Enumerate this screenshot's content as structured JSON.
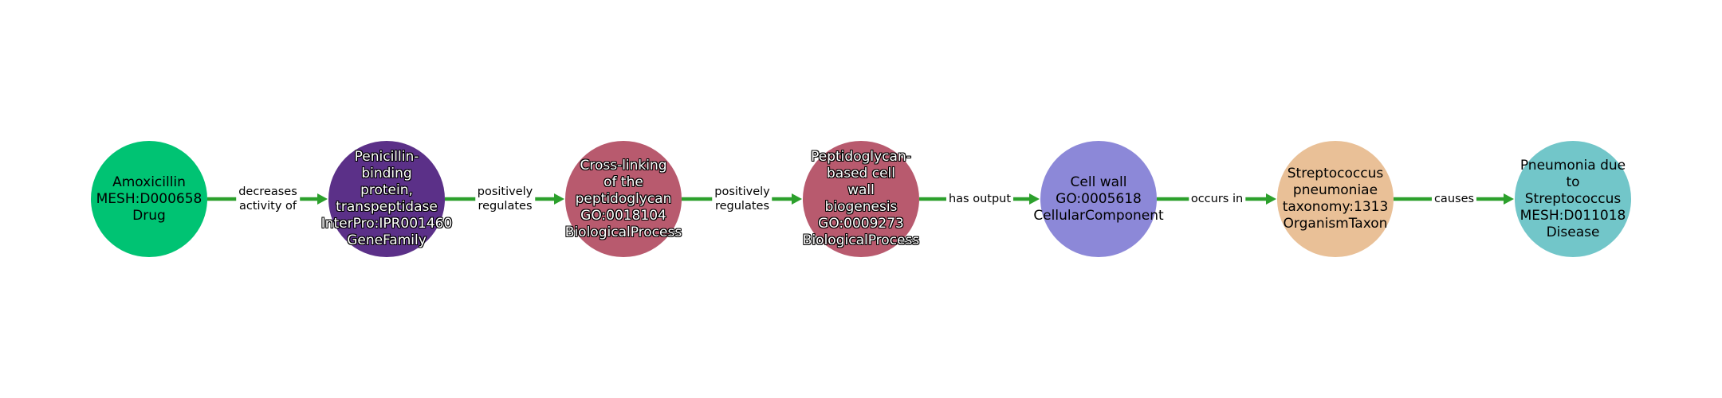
{
  "graph": {
    "nodes": [
      {
        "label": "Amoxicillin\nMESH:D000658\nDrug",
        "color": "#00c373",
        "outlined": false
      },
      {
        "label": "Penicillin-\nbinding\nprotein,\ntranspeptidase\nInterPro:IPR001460\nGeneFamily",
        "color": "#5b3088",
        "outlined": true
      },
      {
        "label": "Cross-linking\nof the\npeptidoglycan\nGO:0018104\nBiologicalProcess",
        "color": "#b85a6e",
        "outlined": true
      },
      {
        "label": "Peptidoglycan-\nbased cell\nwall\nbiogenesis\nGO:0009273\nBiologicalProcess",
        "color": "#b85a6e",
        "outlined": true
      },
      {
        "label": "Cell wall\nGO:0005618\nCellularComponent",
        "color": "#8c88d8",
        "outlined": false
      },
      {
        "label": "Streptococcus\npneumoniae\ntaxonomy:1313\nOrganismTaxon",
        "color": "#e9c097",
        "outlined": false
      },
      {
        "label": "Pneumonia due\nto\nStreptococcus\nMESH:D011018\nDisease",
        "color": "#72c6c9",
        "outlined": false
      }
    ],
    "edges": [
      {
        "label": "decreases\nactivity of"
      },
      {
        "label": "positively\nregulates"
      },
      {
        "label": "positively\nregulates"
      },
      {
        "label": "has output"
      },
      {
        "label": "occurs in"
      },
      {
        "label": "causes"
      }
    ],
    "edge_color": "#2ca02c"
  }
}
